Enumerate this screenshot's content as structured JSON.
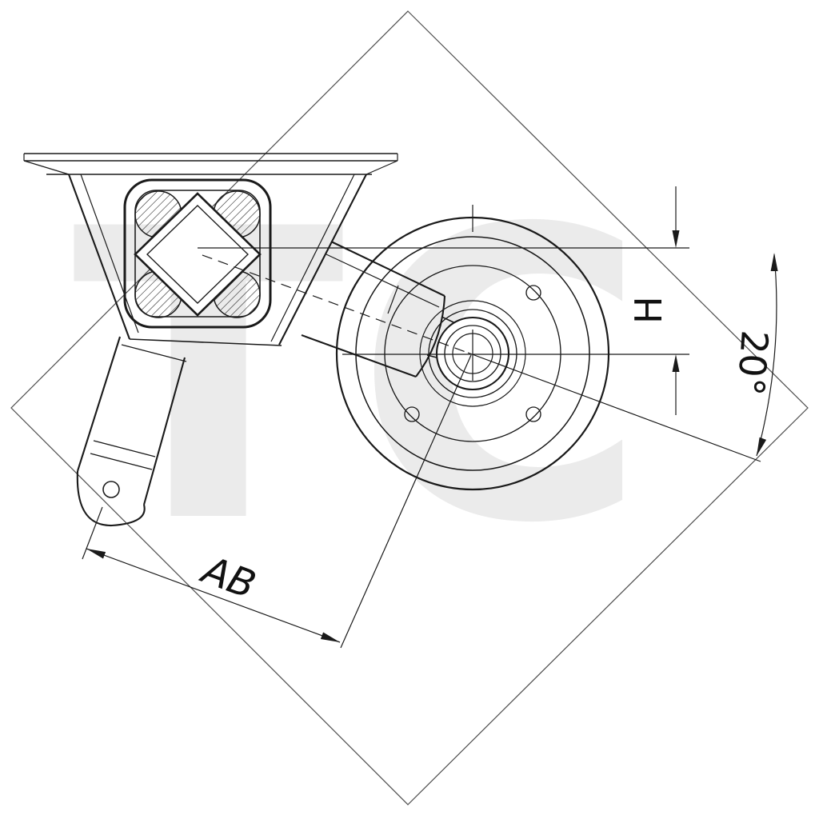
{
  "drawing": {
    "watermark": "TC",
    "dimensions": {
      "height_label": "H",
      "angle_label": "20°",
      "length_label": "AB"
    },
    "colors": {
      "line": "#1a1a1a",
      "watermark": "#ebebeb",
      "border": "#4d4d4d",
      "background": "#ffffff"
    }
  }
}
